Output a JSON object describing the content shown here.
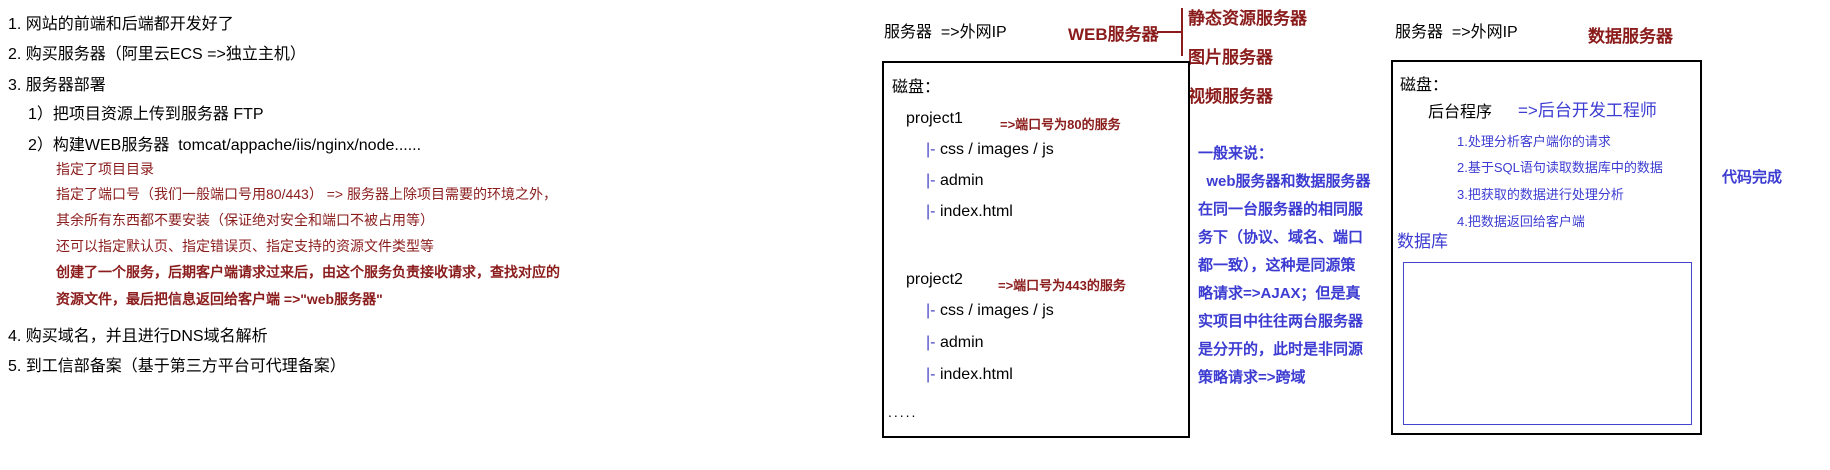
{
  "colors": {
    "text_black": "#000000",
    "accent_dark_red": "#8b1c1c",
    "accent_blue": "#3c3cd2",
    "box_border_black": "#000000",
    "inner_box_border_blue": "#4444cc"
  },
  "left_notes": {
    "item1": "1. 网站的前端和后端都开发好了",
    "item2": "2. 购买服务器（阿里云ECS =>独立主机）",
    "item3": "3. 服务器部署",
    "item3_sub1": "1）把项目资源上传到服务器 FTP",
    "item3_sub2": "2）构建WEB服务器  tomcat/appache/iis/nginx/node......",
    "detail1": "指定了项目目录",
    "detail2": "指定了端口号（我们一般端口号用80/443） => 服务器上除项目需要的环境之外，",
    "detail3": "其余所有东西都不要安装（保证绝对安全和端口不被占用等）",
    "detail4": "还可以指定默认页、指定错误页、指定支持的资源文件类型等",
    "detail5": "创建了一个服务，后期客户端请求过来后，由这个服务负责接收请求，查找对应的",
    "detail6": "资源文件，最后把信息返回给客户端 =>\"web服务器\"",
    "item4": "4. 购买域名，并且进行DNS域名解析",
    "item5": "5. 到工信部备案（基于第三方平台可代理备案）"
  },
  "web_server": {
    "header_label": "服务器  =>外网IP",
    "header_tag": "WEB服务器",
    "related_servers": [
      "静态资源服务器",
      "图片服务器",
      "视频服务器"
    ],
    "disk_label": "磁盘：",
    "tree_pipe": "|-",
    "project1": {
      "name": "project1",
      "note": "=>端口号为80的服务",
      "files": [
        "css / images / js",
        "admin",
        "index.html"
      ]
    },
    "project2": {
      "name": "project2",
      "note": "=>端口号为443的服务",
      "files": [
        "css / images / js",
        "admin",
        "index.html"
      ]
    },
    "ellipsis": "....."
  },
  "note_block": {
    "text": "一般来说：\n  web服务器和数据服务器\n在同一台服务器的相同服\n务下（协议、域名、端口\n都一致），这种是同源策\n略请求=>AJAX；但是真\n实项目中往往两台服务器\n是分开的，此时是非同源\n策略请求=>跨域"
  },
  "data_server": {
    "header_label": "服务器  =>外网IP",
    "header_tag": "数据服务器",
    "disk_label": "磁盘：",
    "backend_label": "后台程序",
    "backend_note": "=>后台开发工程师",
    "steps": [
      "1.处理分析客户端你的请求",
      "2.基于SQL语句读取数据库中的数据",
      "3.把获取的数据进行处理分析",
      "4.把数据返回给客户端"
    ],
    "database_label": "数据库",
    "done_note": "代码完成"
  }
}
